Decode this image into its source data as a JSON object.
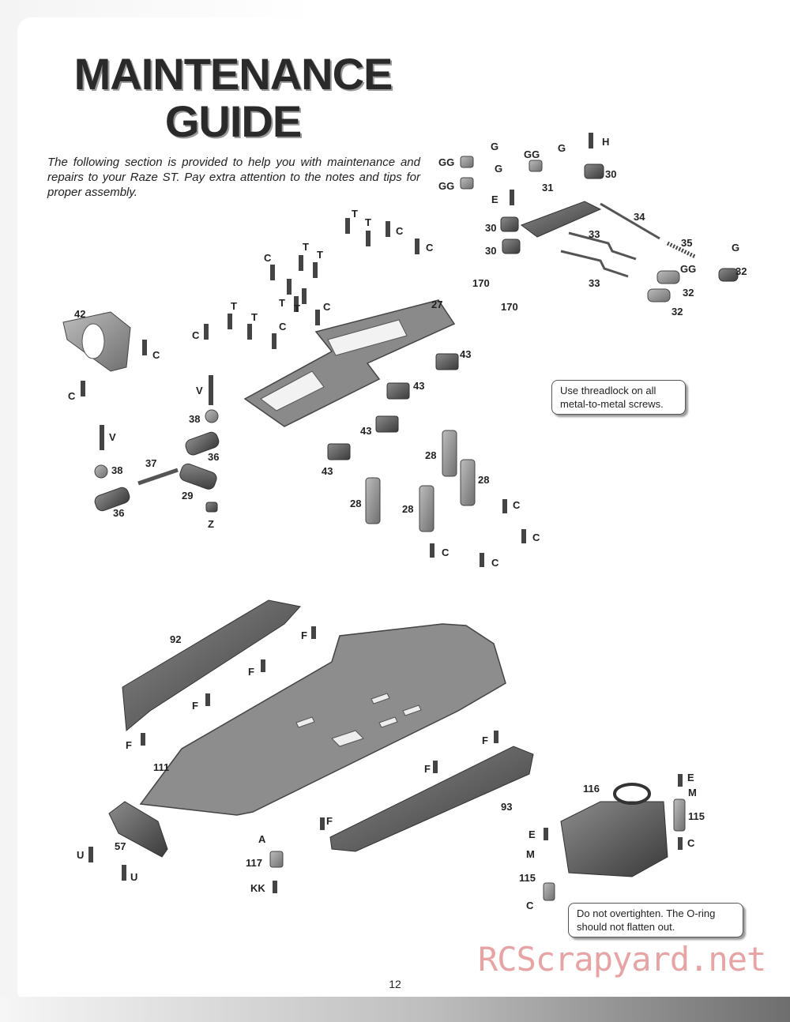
{
  "title_line1": "MAINTENANCE",
  "title_line2": "GUIDE",
  "intro": "The following section is provided to help you with maintenance and repairs to your Raze ST. Pay extra attention to the notes and tips for proper assembly.",
  "notes": {
    "threadlock": "Use threadlock on all metal-to-metal screws.",
    "oring": "Do not overtighten. The O-ring should not flatten out."
  },
  "part_labels": {
    "G": "G",
    "GG": "GG",
    "H": "H",
    "E": "E",
    "C": "C",
    "T": "T",
    "V": "V",
    "Z": "Z",
    "F": "F",
    "U": "U",
    "A": "A",
    "KK": "KK",
    "M": "M",
    "p27": "27",
    "p28": "28",
    "p29": "29",
    "p30": "30",
    "p31": "31",
    "p32": "32",
    "p33": "33",
    "p34": "34",
    "p35": "35",
    "p36": "36",
    "p37": "37",
    "p38": "38",
    "p42": "42",
    "p43": "43",
    "p57": "57",
    "p92": "92",
    "p93": "93",
    "p111": "111",
    "p115": "115",
    "p116": "116",
    "p117": "117",
    "p170": "170"
  },
  "page_number": "12",
  "watermark": "RCScrapyard.net"
}
